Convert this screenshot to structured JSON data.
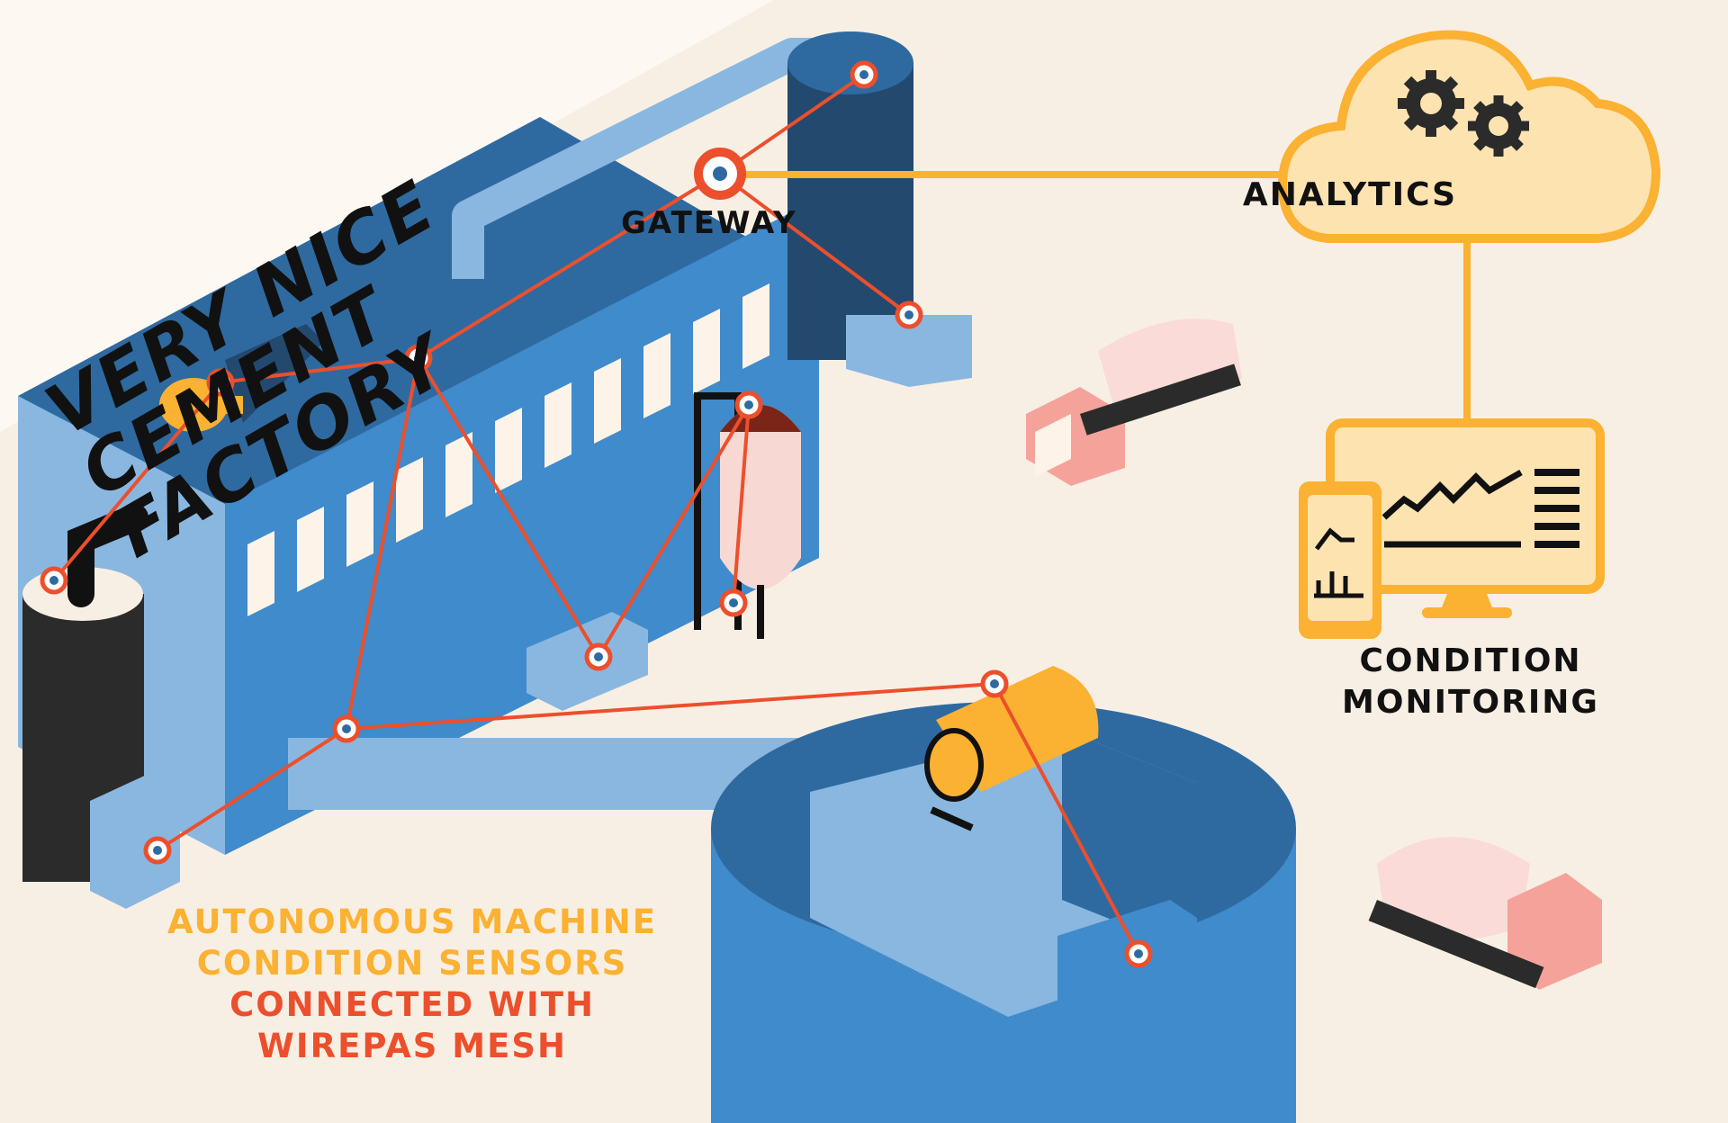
{
  "title": {
    "line1": "VERY NICE",
    "line2": "CEMENT FACTORY"
  },
  "labels": {
    "gateway": "GATEWAY",
    "analytics": "ANALYTICS",
    "condition_monitoring": [
      "CONDITION",
      "MONITORING"
    ],
    "sensors": [
      "AUTONOMOUS MACHINE",
      "CONDITION SENSORS",
      "CONNECTED WITH",
      "WIREPAS MESH"
    ]
  },
  "colors": {
    "background": "#f8efe4",
    "building_blue": "#3f8bcb",
    "building_dark": "#2e6aa0",
    "building_light": "#8ab7e0",
    "silo_dark": "#23496f",
    "mesh_line": "#ec4f2c",
    "cloud_line": "#fbb131",
    "cloud_fill": "#fde3b0",
    "motor_yellow": "#fbb131",
    "truck_pink": "#f5a39a",
    "text_dark": "#111111"
  },
  "icons": [
    "gear-icon",
    "cloud-icon",
    "monitor-icon",
    "phone-icon",
    "truck-icon",
    "motor-icon",
    "sensor-node-icon"
  ]
}
